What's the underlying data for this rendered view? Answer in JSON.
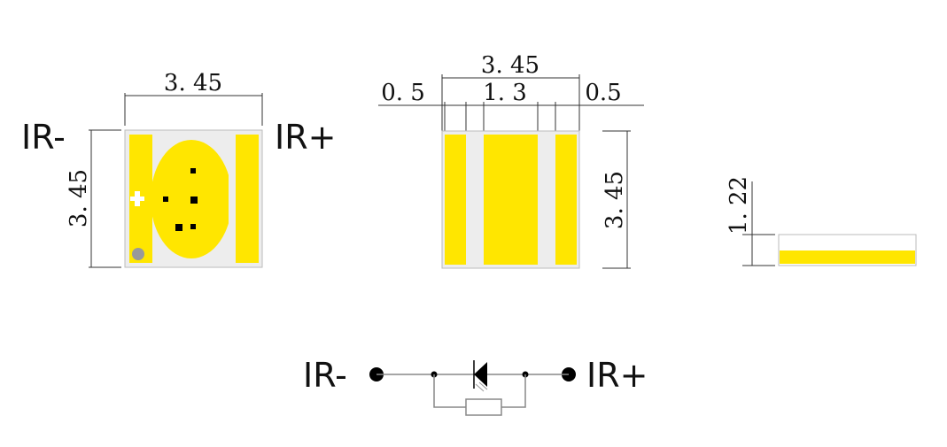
{
  "colors": {
    "pad": "#FFE600",
    "substrate": "#EDEDED",
    "outline": "#BBBBBB",
    "dot": "#000000",
    "marker": "#999999"
  },
  "top_view": {
    "label_left": "IR-",
    "label_right": "IR+",
    "width_dim": "3. 45",
    "height_dim": "3. 45"
  },
  "bottom_view": {
    "total_width_dim": "3. 45",
    "left_pad_dim": "0. 5",
    "center_pad_dim": "1. 3",
    "right_pad_dim": "0.5",
    "height_dim": "3. 45"
  },
  "side_view": {
    "height_dim": "1. 22"
  },
  "schematic": {
    "label_left": "IR-",
    "label_right": "IR+",
    "components": [
      "photodiode",
      "resistor"
    ]
  }
}
